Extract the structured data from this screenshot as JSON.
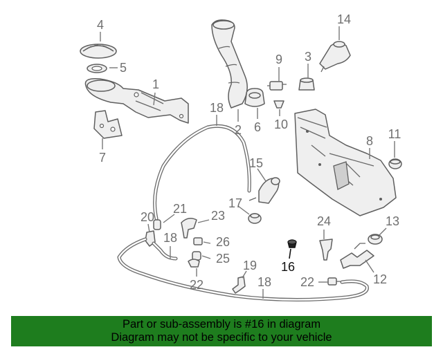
{
  "diagram": {
    "highlight_part": "16",
    "colors": {
      "banner": "#1e7d1e",
      "label": "#6f6f6f",
      "highlight_label": "#111111"
    },
    "callouts": {
      "c1": "1",
      "c2": "2",
      "c3": "3",
      "c4": "4",
      "c5": "5",
      "c6": "6",
      "c7": "7",
      "c8": "8",
      "c9": "9",
      "c10": "10",
      "c11": "11",
      "c12": "12",
      "c13": "13",
      "c14": "14",
      "c15": "15",
      "c16": "16",
      "c17": "17",
      "c18a": "18",
      "c18b": "18",
      "c18c": "18",
      "c19": "19",
      "c20": "20",
      "c21": "21",
      "c22a": "22",
      "c22b": "22",
      "c23": "23",
      "c24": "24",
      "c25": "25",
      "c26": "26"
    }
  },
  "banner": {
    "line1": "Part or sub-assembly is #16 in diagram",
    "line2": "Diagram may not be specific to your vehicle"
  }
}
